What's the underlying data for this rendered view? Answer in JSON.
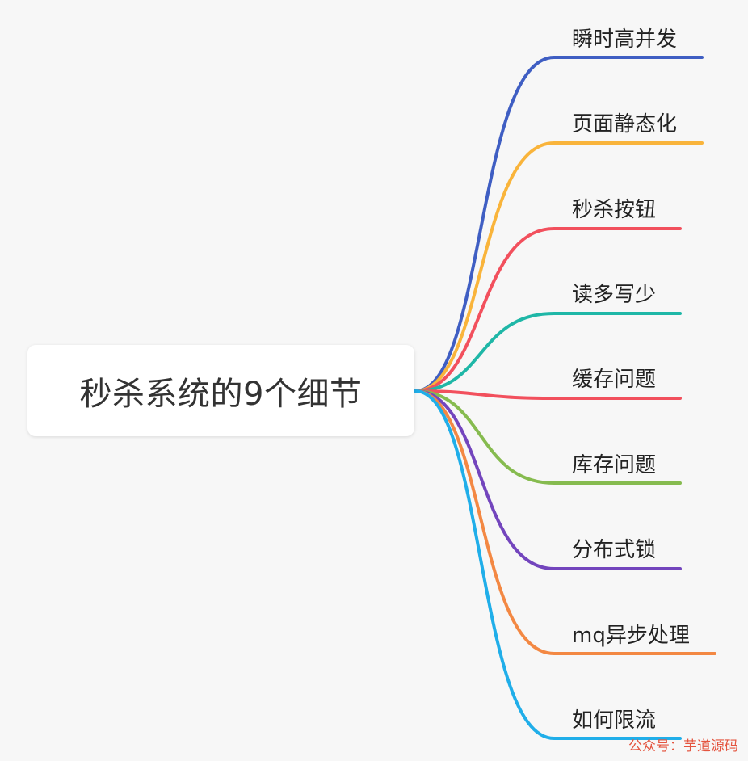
{
  "root": {
    "label": "秒杀系统的9个细节"
  },
  "branches": [
    {
      "label": "瞬时高并发",
      "color": "#3f5ec3"
    },
    {
      "label": "页面静态化",
      "color": "#f9b43b"
    },
    {
      "label": "秒杀按钮",
      "color": "#f2505d"
    },
    {
      "label": "读多写少",
      "color": "#1fb7a7"
    },
    {
      "label": "缓存问题",
      "color": "#f2505d"
    },
    {
      "label": "库存问题",
      "color": "#86bb4f"
    },
    {
      "label": "分布式锁",
      "color": "#7345bd"
    },
    {
      "label": "mq异步处理",
      "color": "#f38843"
    },
    {
      "label": "如何限流",
      "color": "#20aee9"
    }
  ],
  "watermark": "公众号：芋道源码"
}
